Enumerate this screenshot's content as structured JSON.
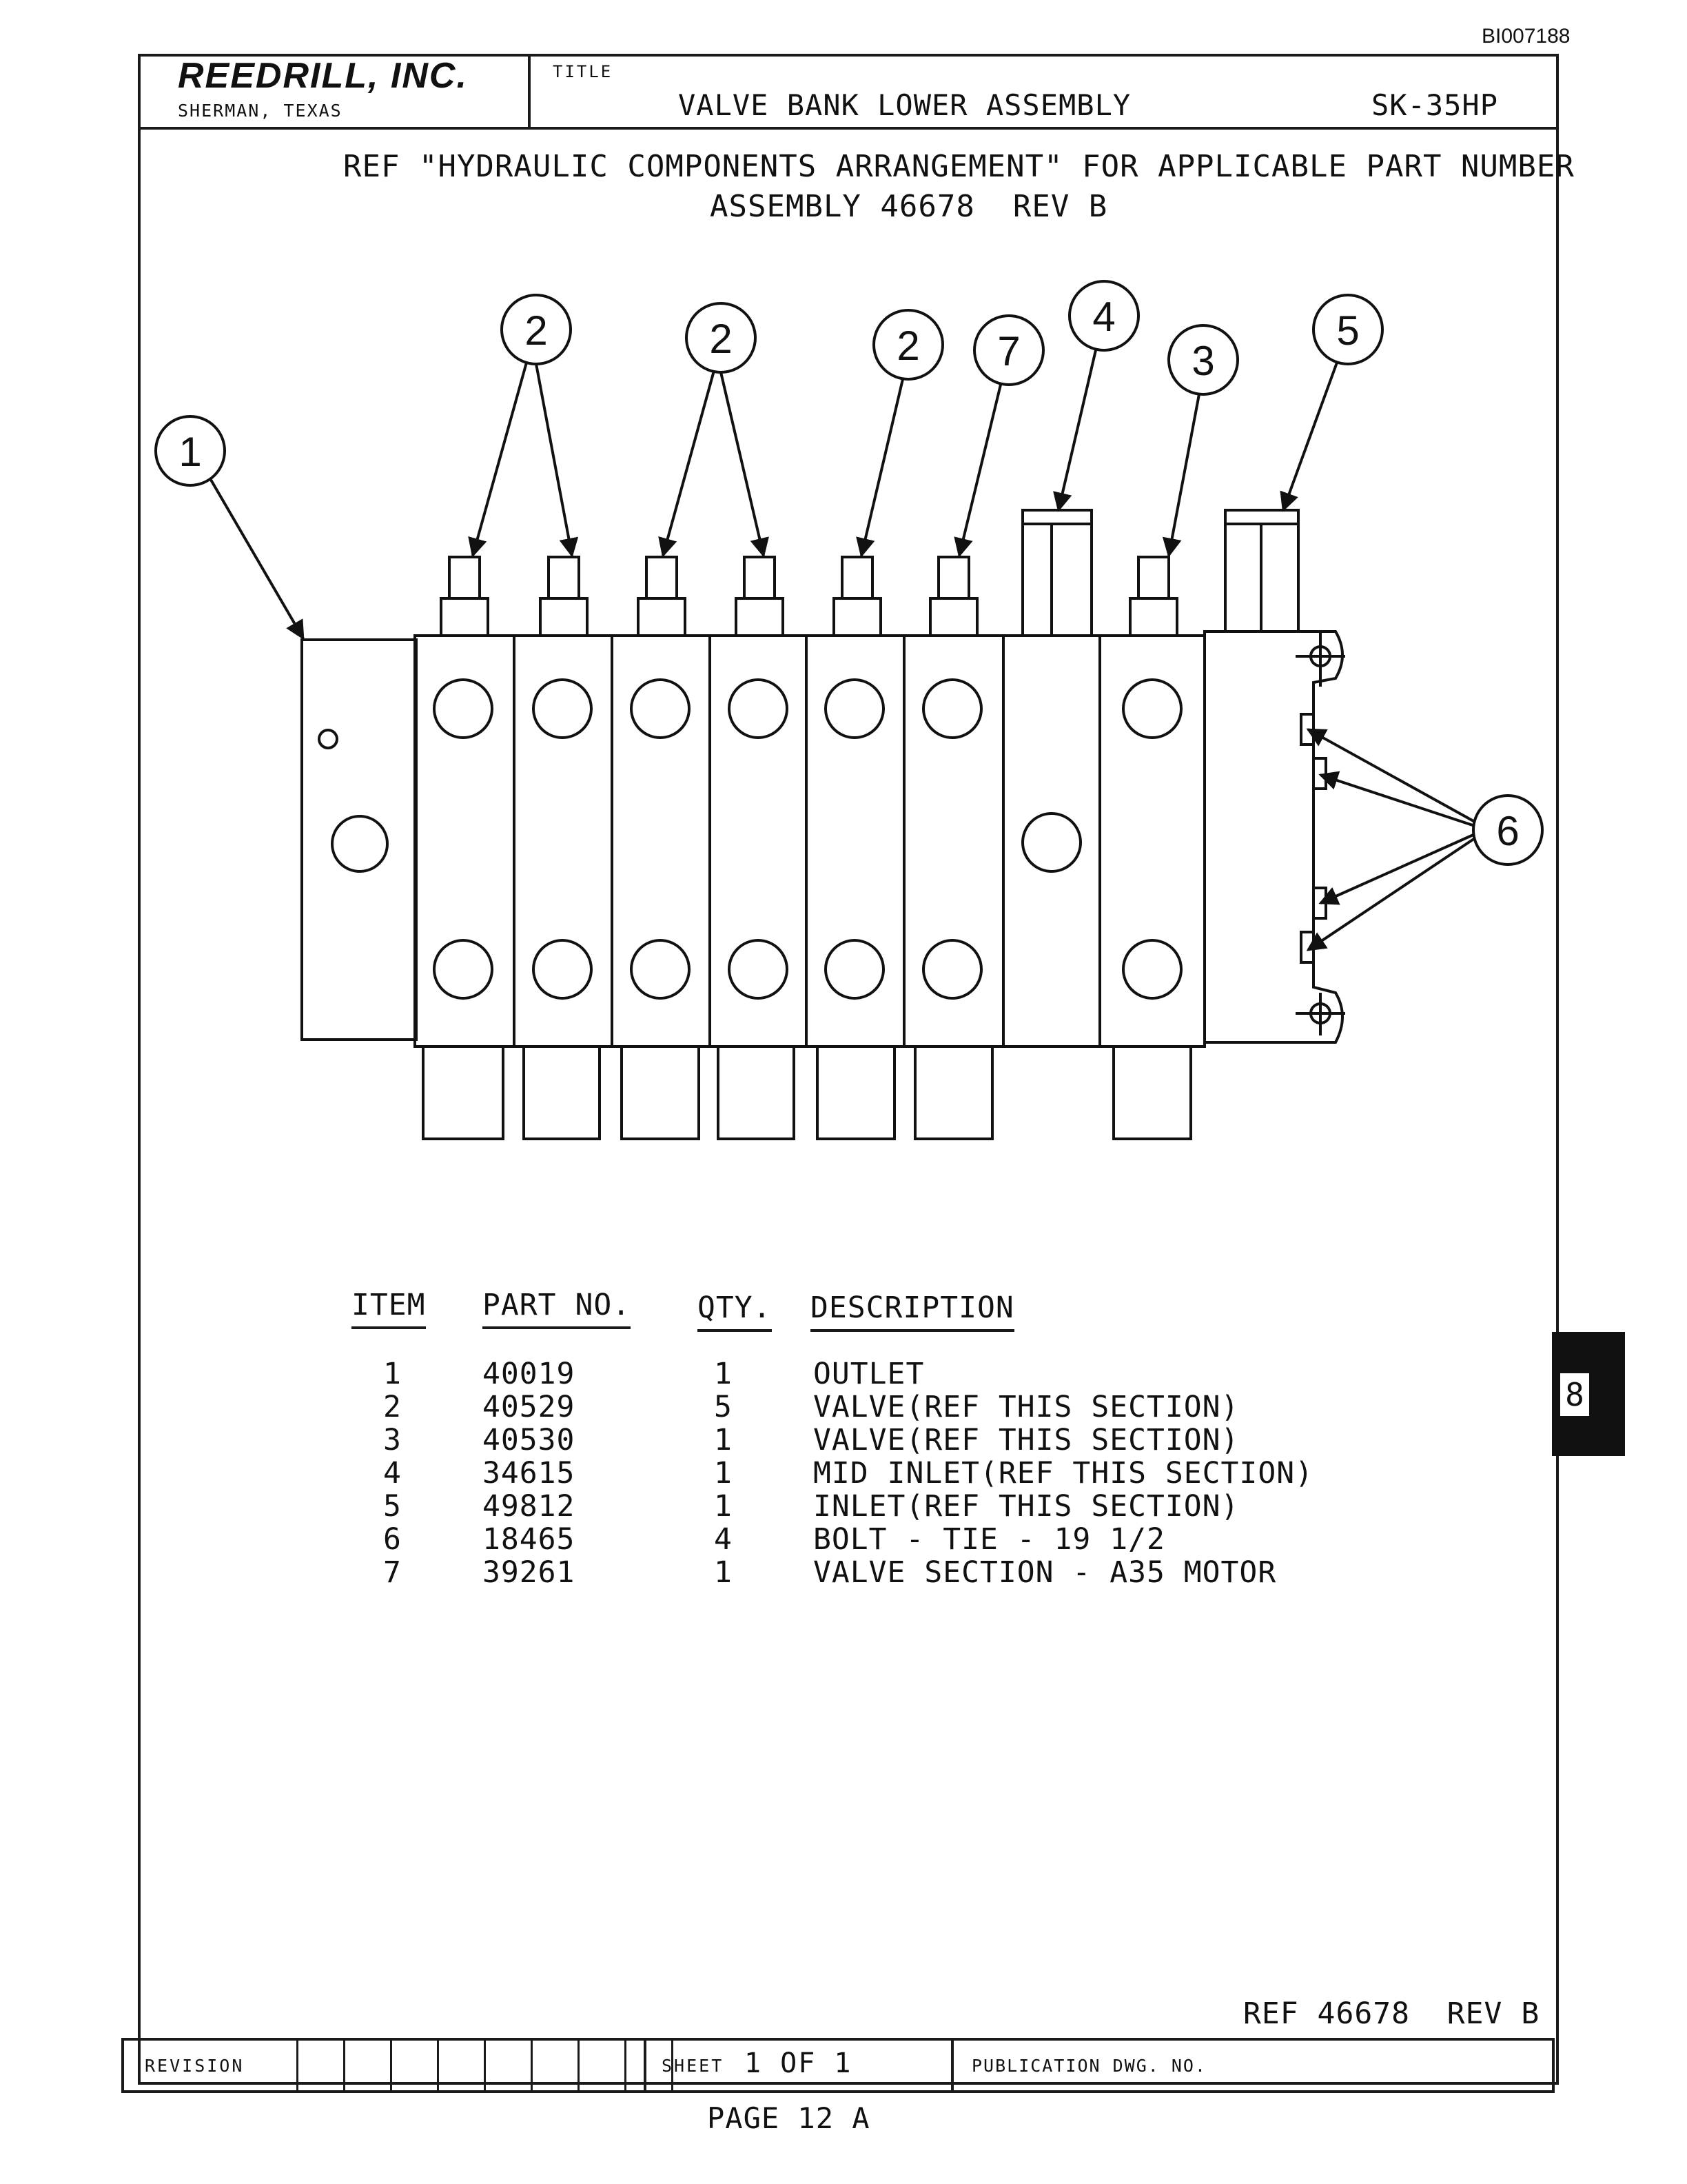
{
  "doc_id": "BI007188",
  "company": {
    "name": "REEDRILL, INC.",
    "location": "SHERMAN, TEXAS"
  },
  "title_block": {
    "label": "TITLE",
    "title": "VALVE BANK LOWER ASSEMBLY",
    "model": "SK-35HP"
  },
  "reference_note": {
    "line1": "REF \"HYDRAULIC COMPONENTS ARRANGEMENT\" FOR APPLICABLE PART NUMBER",
    "line2": "ASSEMBLY 46678  REV B"
  },
  "callouts": {
    "c1": "1",
    "c2a": "2",
    "c2b": "2",
    "c2c": "2",
    "c7": "7",
    "c4": "4",
    "c3": "3",
    "c5": "5",
    "c6": "6"
  },
  "parts_table": {
    "headers": {
      "item": "ITEM",
      "part_no": "PART NO.",
      "qty": "QTY.",
      "description": "DESCRIPTION"
    },
    "rows": [
      {
        "item": "1",
        "part_no": "40019",
        "qty": "1",
        "description": "OUTLET"
      },
      {
        "item": "2",
        "part_no": "40529",
        "qty": "5",
        "description": "VALVE(REF THIS SECTION)"
      },
      {
        "item": "3",
        "part_no": "40530",
        "qty": "1",
        "description": "VALVE(REF THIS SECTION)"
      },
      {
        "item": "4",
        "part_no": "34615",
        "qty": "1",
        "description": "MID INLET(REF THIS SECTION)"
      },
      {
        "item": "5",
        "part_no": "49812",
        "qty": "1",
        "description": "INLET(REF THIS SECTION)"
      },
      {
        "item": "6",
        "part_no": "18465",
        "qty": "4",
        "description": "BOLT - TIE - 19 1/2"
      },
      {
        "item": "7",
        "part_no": "39261",
        "qty": "1",
        "description": "VALVE SECTION - A35 MOTOR"
      }
    ]
  },
  "footer": {
    "ref": "REF 46678  REV B",
    "revision_label": "REVISION",
    "sheet_label": "SHEET",
    "sheet_value": "1 OF 1",
    "publication_label": "PUBLICATION DWG. NO.",
    "page": "PAGE 12 A"
  },
  "section_tab": "8"
}
